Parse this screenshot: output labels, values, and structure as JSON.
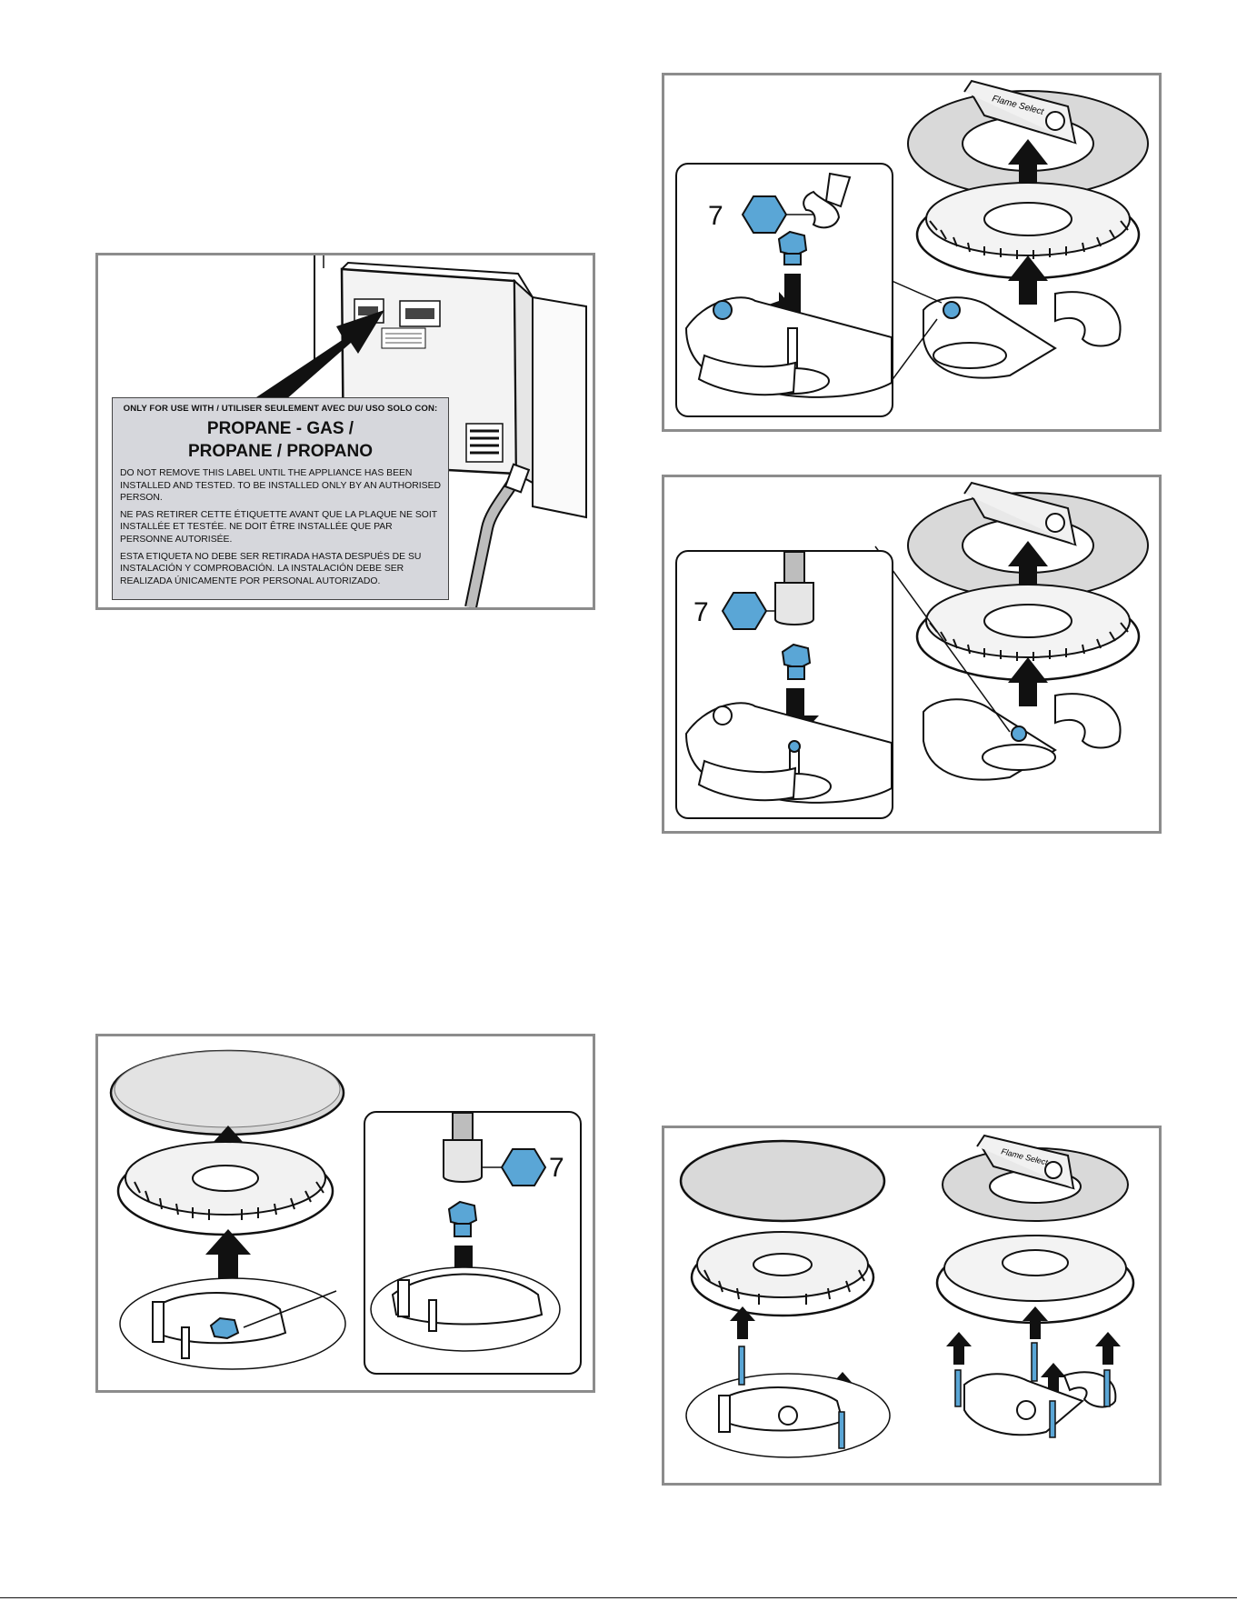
{
  "label": {
    "heading": "ONLY FOR USE WITH / UTILISER SEULEMENT AVEC DU/ USO SOLO CON:",
    "gas_line1": "PROPANE - GAS /",
    "gas_line2": "PROPANE / PROPANO",
    "english": "DO NOT REMOVE THIS LABEL UNTIL THE APPLIANCE HAS BEEN INSTALLED AND TESTED. TO BE INSTALLED ONLY BY AN AUTHORISED PERSON.",
    "french": "NE PAS RETIRER CETTE ÉTIQUETTE AVANT QUE LA PLAQUE NE SOIT INSTALLÉE ET TESTÉE. NE DOIT ÊTRE INSTALLÉE QUE PAR PERSONNE AUTORISÉE.",
    "spanish": "ESTA ETIQUETA NO DEBE SER RETIRADA HASTA DESPUÉS DE SU INSTALACIÓN Y COMPROBACIÓN. LA INSTALACIÓN DEBE SER REALIZADA ÚNICAMENTE POR PERSONAL AUTORIZADO."
  },
  "tool_size": "7",
  "brand_text": "Flame Select",
  "colors": {
    "panel_border": "#8c8c8c",
    "label_bg": "#d6d7dc",
    "injector_blue": "#5aa6d6",
    "cap_gray": "#d9d9d9",
    "arrow": "#111111"
  }
}
